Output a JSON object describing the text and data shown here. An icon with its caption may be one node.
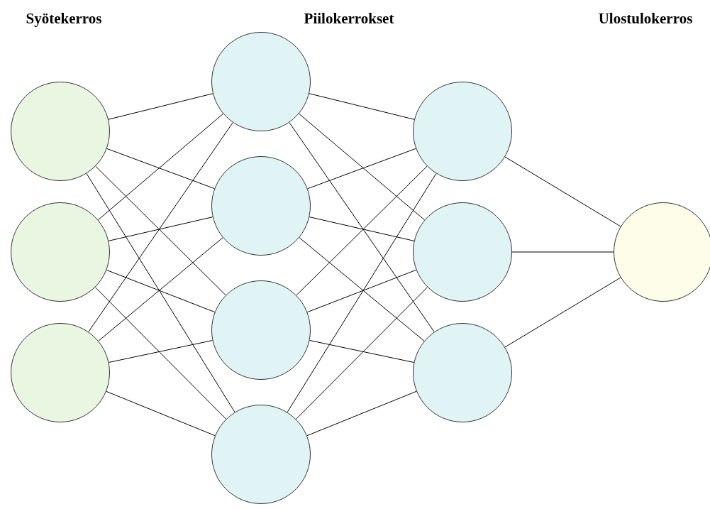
{
  "diagram": {
    "nodes": [
      {
        "text": [],
        "shape": "circle"
      },
      {
        "text": [],
        "shape": "circle"
      },
      {
        "text": [],
        "shape": "circle"
      },
      {
        "text": [],
        "shape": "circle"
      },
      {
        "text": [],
        "shape": "circle"
      },
      {
        "text": [],
        "shape": "circle"
      },
      {
        "text": [],
        "shape": "circle"
      },
      {
        "text": [],
        "shape": "circle"
      },
      {
        "text": [],
        "shape": "circle"
      },
      {
        "text": [],
        "shape": "circle"
      },
      {
        "text": [],
        "shape": "circle"
      }
    ],
    "edges": [
      {
        "from": 0,
        "to": 3,
        "arrow": "none"
      },
      {
        "from": 0,
        "to": 4,
        "arrow": "none"
      },
      {
        "from": 0,
        "to": 5,
        "arrow": "none"
      },
      {
        "from": 0,
        "to": 6,
        "arrow": "none"
      },
      {
        "from": 1,
        "to": 3,
        "arrow": "none"
      },
      {
        "from": 1,
        "to": 4,
        "arrow": "none"
      },
      {
        "from": 1,
        "to": 5,
        "arrow": "none"
      },
      {
        "from": 1,
        "to": 6,
        "arrow": "none"
      },
      {
        "from": 2,
        "to": 3,
        "arrow": "none"
      },
      {
        "from": 2,
        "to": 4,
        "arrow": "none"
      },
      {
        "from": 2,
        "to": 5,
        "arrow": "none"
      },
      {
        "from": 2,
        "to": 6,
        "arrow": "none"
      },
      {
        "from": 3,
        "to": 7,
        "arrow": "none"
      },
      {
        "from": 3,
        "to": 8,
        "arrow": "none"
      },
      {
        "from": 3,
        "to": 9,
        "arrow": "none"
      },
      {
        "from": 4,
        "to": 7,
        "arrow": "none"
      },
      {
        "from": 4,
        "to": 8,
        "arrow": "none"
      },
      {
        "from": 4,
        "to": 9,
        "arrow": "none"
      },
      {
        "from": 5,
        "to": 7,
        "arrow": "none"
      },
      {
        "from": 5,
        "to": 8,
        "arrow": "none"
      },
      {
        "from": 5,
        "to": 9,
        "arrow": "none"
      },
      {
        "from": 6,
        "to": 7,
        "arrow": "none"
      },
      {
        "from": 6,
        "to": 8,
        "arrow": "none"
      },
      {
        "from": 6,
        "to": 9,
        "arrow": "none"
      },
      {
        "from": 7,
        "to": 10,
        "arrow": "none"
      },
      {
        "from": 8,
        "to": 10,
        "arrow": "none"
      },
      {
        "from": 9,
        "to": 10,
        "arrow": "none"
      }
    ],
    "labels": [
      "Syötekerros",
      "Piilokerrokset",
      "Ulostulokerros"
    ]
  }
}
